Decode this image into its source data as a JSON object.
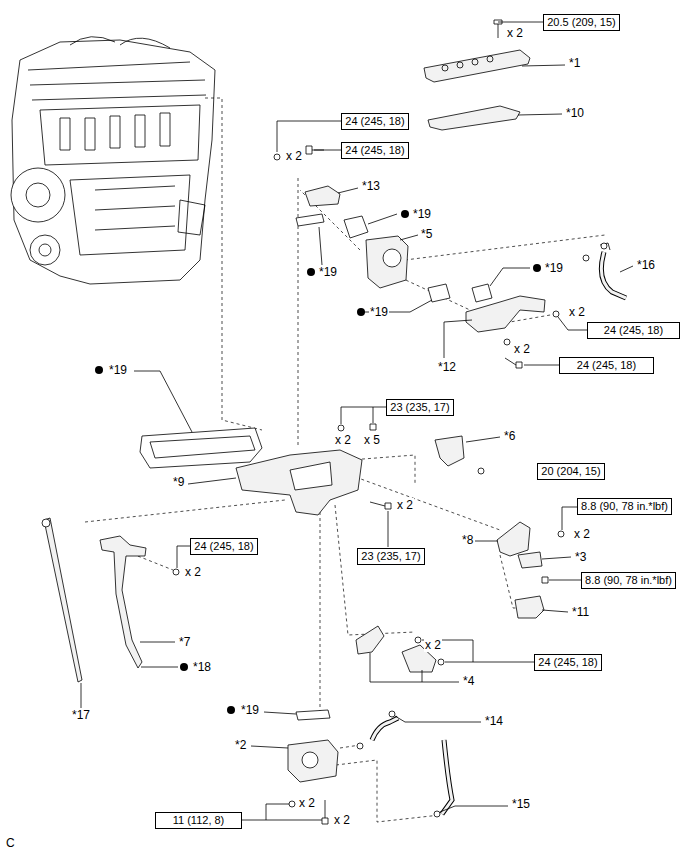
{
  "diagram": {
    "nodes": [
      {
        "text": [
          "20.5 (209, 15)"
        ]
      },
      {
        "text": [
          "24 (245, 18)"
        ]
      },
      {
        "text": [
          "24 (245, 18)"
        ]
      },
      {
        "text": [
          "24 (245, 18)"
        ]
      },
      {
        "text": [
          "24 (245, 18)"
        ]
      },
      {
        "text": [
          "23 (235, 17)"
        ]
      },
      {
        "text": [
          "20 (204, 15)"
        ]
      },
      {
        "text": [
          "8.8 (90, 78 in.*lbf)"
        ]
      },
      {
        "text": [
          "24 (245, 18)"
        ]
      },
      {
        "text": [
          "23 (235, 17)"
        ]
      },
      {
        "text": [
          "8.8 (90, 78 in.*lbf)"
        ]
      },
      {
        "text": [
          "24 (245, 18)"
        ]
      },
      {
        "text": [
          "11 (112, 8)"
        ]
      }
    ],
    "labels": [
      "x 2",
      "*1",
      "*10",
      "x 2",
      "*13",
      "*19",
      "*5",
      "*16",
      "*19",
      "*19",
      "*19",
      "x 2",
      "x 2",
      "*12",
      "*19",
      "*6",
      "x 2",
      "x 5",
      "*9",
      "x 2",
      "x 2",
      "*8",
      "*3",
      "x 2",
      "*11",
      "*7",
      "x 2",
      "*18",
      "*4",
      "*19",
      "*17",
      "*14",
      "*2",
      "x 2",
      "*15",
      "x 2",
      "C"
    ]
  }
}
